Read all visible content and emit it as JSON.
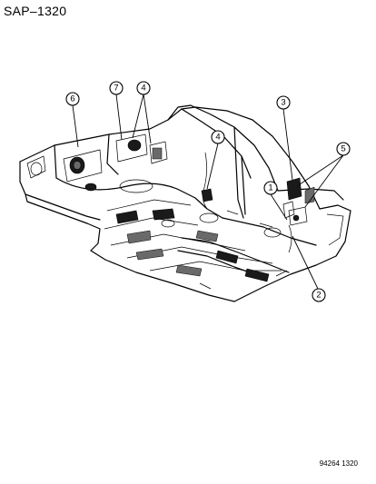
{
  "header": {
    "code": "SAP–1320"
  },
  "footer": {
    "figure_number": "94264  1320"
  },
  "callouts": [
    {
      "label": "6"
    },
    {
      "label": "7"
    },
    {
      "label": "4"
    },
    {
      "label": "4"
    },
    {
      "label": "3"
    },
    {
      "label": "5"
    },
    {
      "label": "1"
    },
    {
      "label": "2"
    }
  ]
}
